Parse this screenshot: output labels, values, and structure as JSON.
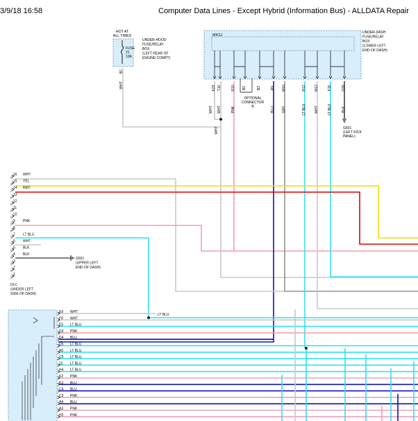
{
  "header": {
    "datetime": "3/9/18 16:58",
    "title": "Computer Data Lines - Except Hybrid (Information Bus) - ALLDATA Repair"
  },
  "colors": {
    "wht": "#c8c8c8",
    "yel": "#f0e000",
    "red": "#e00000",
    "pnk": "#f0a0b4",
    "ltblu": "#30e0f0",
    "blu": "#1010c0",
    "gry": "#909090",
    "blk": "#000000",
    "box_fill": "#d8eefa",
    "box_stroke": "#6a8aa0"
  },
  "fuse_box": {
    "hot_at": [
      "HOT AT",
      "ALL TIMES"
    ],
    "fuse": [
      "FUSE",
      "21",
      "10A"
    ],
    "caption": [
      "UNDER-HOOD",
      "FUSE/RELAY",
      "BOX",
      "(LEFT REAR OF",
      "ENGINE COMPT)"
    ],
    "pin": "B7",
    "wire": "WHT"
  },
  "mcu": {
    "label": "MICU",
    "caption": [
      "UNDER-DASH",
      "FUSE/RELAY",
      "BOX",
      "(LOWER LEFT",
      "END OF DASH)"
    ],
    "pins": [
      "E23",
      "T10",
      "R10",
      "B2",
      "B3",
      "R9",
      "M10",
      "R12",
      "M12",
      "F15",
      "D30"
    ],
    "wires": [
      "WHT",
      "WHT",
      "PNK",
      "BLU",
      "GRY",
      "LT BLU",
      "WHT",
      "LT BLU",
      "BLK"
    ],
    "optional": [
      "OPTIONAL",
      "CONNECTOR",
      "B"
    ]
  },
  "g601": [
    "G601",
    "(LEFT KICK",
    "PANEL)"
  ],
  "wht_wire_label": "WHT",
  "dlc": {
    "pins": [
      {
        "num": "16",
        "color": "WHT"
      },
      {
        "num": "15",
        "color": "YEL"
      },
      {
        "num": "14",
        "color": "RED"
      },
      {
        "num": "13",
        "color": ""
      },
      {
        "num": "12",
        "color": ""
      },
      {
        "num": "11",
        "color": ""
      },
      {
        "num": "10",
        "color": ""
      },
      {
        "num": "9",
        "color": "PNK"
      },
      {
        "num": "8",
        "color": ""
      },
      {
        "num": "7",
        "color": "LT BLU"
      },
      {
        "num": "6",
        "color": "WHT"
      },
      {
        "num": "5",
        "color": "BLK"
      },
      {
        "num": "4",
        "color": "BLK"
      },
      {
        "num": "3",
        "color": ""
      },
      {
        "num": "2",
        "color": ""
      },
      {
        "num": "1",
        "color": ""
      }
    ],
    "caption": [
      "DLC",
      "(UNDER LEFT",
      "SIDE OF DASH)"
    ],
    "g501": [
      "G501",
      "(UPPER LEFT",
      "END OF DASH)"
    ]
  },
  "lower_connector": {
    "ltblu_label": "LT BLU",
    "pins": [
      {
        "pin": "E9",
        "color": "WHT"
      },
      {
        "pin": "F9",
        "color": "WHT"
      },
      {
        "pin": "E5",
        "color": "LT BLU"
      },
      {
        "pin": "D3",
        "color": "PNK"
      },
      {
        "pin": "D4",
        "color": "BLU"
      },
      {
        "pin": "D5",
        "color": "LT BLU"
      },
      {
        "pin": "A5",
        "color": "LT BLU"
      },
      {
        "pin": "C5",
        "color": "LT BLU"
      },
      {
        "pin": "J2",
        "color": "LT BLU"
      },
      {
        "pin": "H4",
        "color": "LT BLU"
      },
      {
        "pin": "K2",
        "color": "PNK"
      },
      {
        "pin": "K3",
        "color": "BLU"
      },
      {
        "pin": "C4",
        "color": "BLU"
      },
      {
        "pin": "C3",
        "color": "PNK"
      },
      {
        "pin": "A4",
        "color": "BLU"
      },
      {
        "pin": "A3",
        "color": "PNK"
      },
      {
        "pin": "H2",
        "color": "PNK"
      }
    ]
  }
}
